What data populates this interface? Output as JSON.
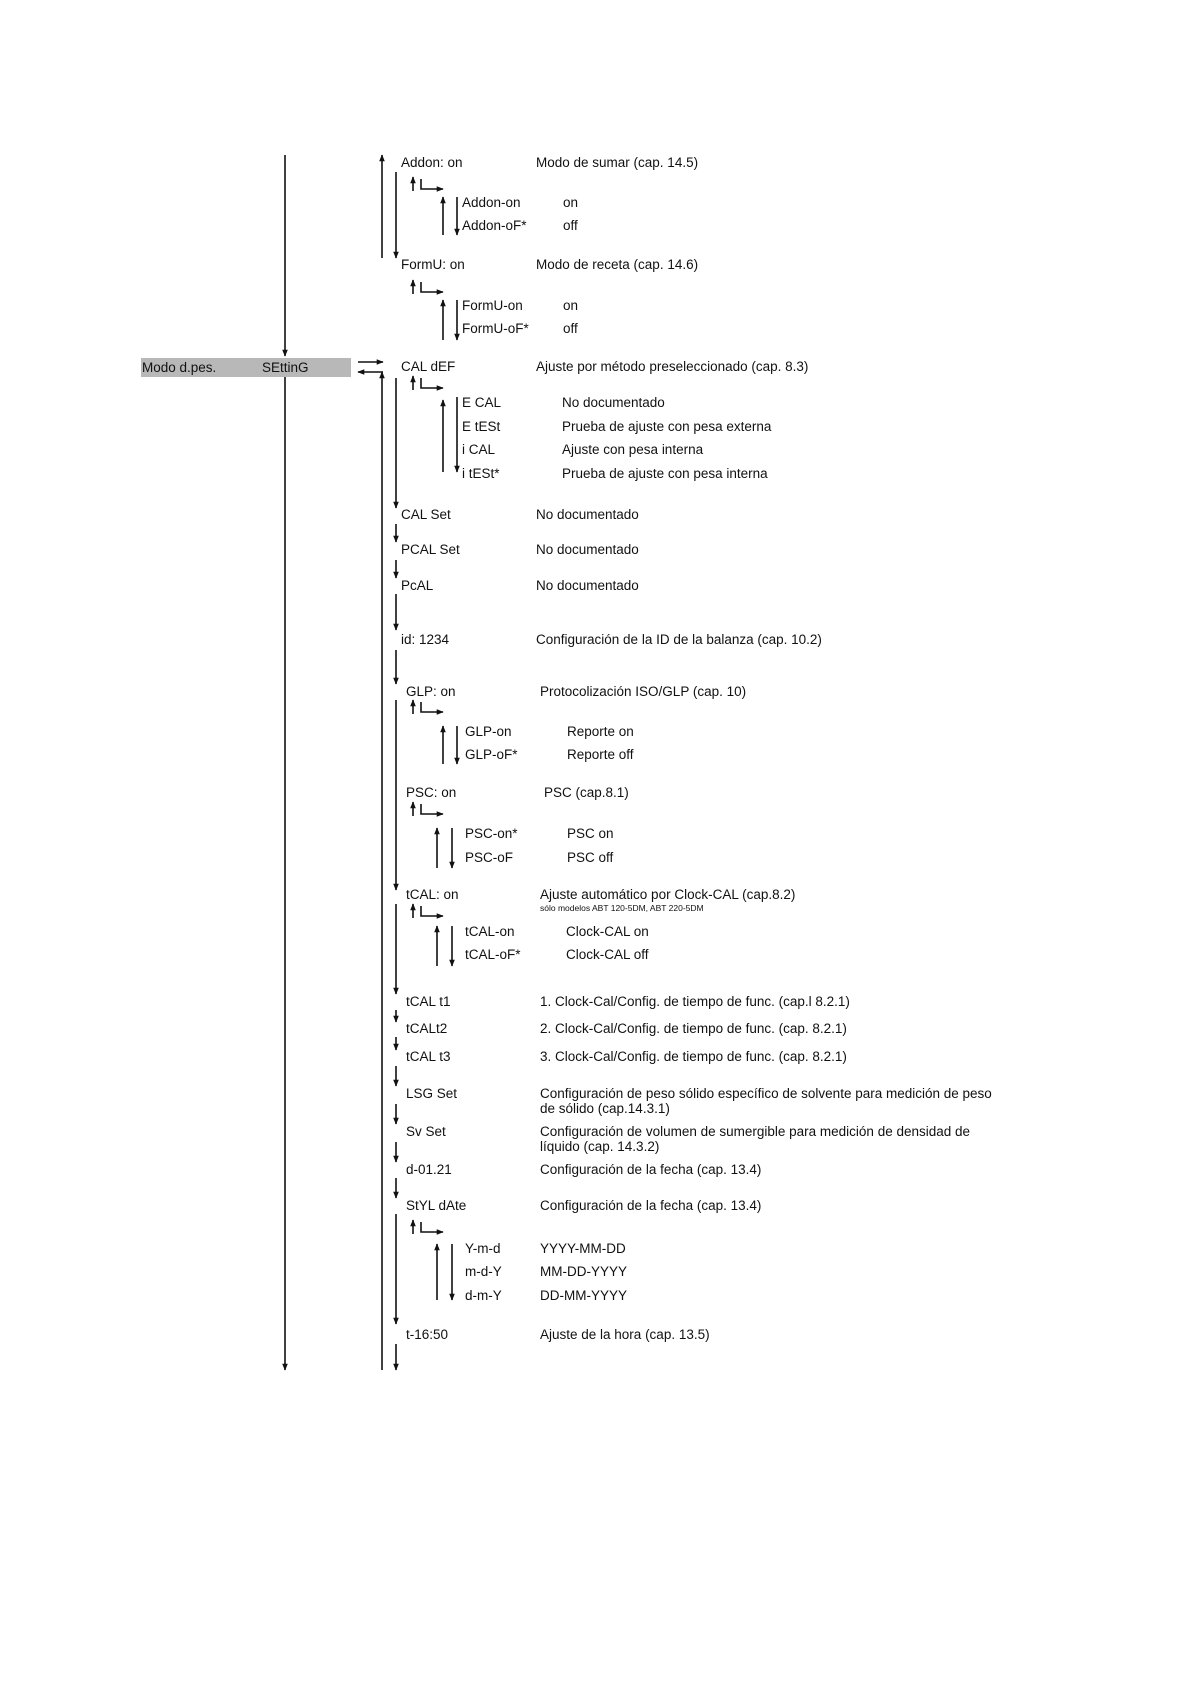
{
  "main_menu": {
    "mode_label": "Modo d.pes.",
    "setting_label": "SEttinG"
  },
  "menu_items": [
    {
      "id": "addon",
      "label": "Addon: on",
      "desc": "Modo de sumar (cap. 14.5)"
    },
    {
      "id": "formu",
      "label": "FormU: on",
      "desc": "Modo de receta (cap. 14.6)"
    },
    {
      "id": "caldef",
      "label": "CAL dEF",
      "desc": "Ajuste por método preseleccionado (cap. 8.3)"
    },
    {
      "id": "calset",
      "label": "CAL Set",
      "desc": "No documentado"
    },
    {
      "id": "pcalset",
      "label": "PCAL Set",
      "desc": "No documentado"
    },
    {
      "id": "pcal",
      "label": "PcAL",
      "desc": "No documentado"
    },
    {
      "id": "id",
      "label": "id: 1234",
      "desc": "Configuración de la ID de la balanza (cap. 10.2)"
    },
    {
      "id": "glp",
      "label": "GLP: on",
      "desc": "Protocolización ISO/GLP  (cap. 10)"
    },
    {
      "id": "psc",
      "label": "PSC: on",
      "desc": "PSC (cap.8.1)"
    },
    {
      "id": "tcal",
      "label": "tCAL: on",
      "desc": "Ajuste automático por Clock-CAL  (cap.8.2)",
      "note": "sólo modelos ABT 120-5DM, ABT 220-5DM"
    },
    {
      "id": "tcalt1",
      "label": "tCAL t1",
      "desc": "1. Clock-Cal/Config. de tiempo de func.   (cap.l 8.2.1)"
    },
    {
      "id": "tcalt2",
      "label": "tCALt2",
      "desc": "2. Clock-Cal/Config. de tiempo de func.  (cap. 8.2.1)"
    },
    {
      "id": "tcalt3",
      "label": "tCAL t3",
      "desc": "3. Clock-Cal/Config. de tiempo de func.  (cap. 8.2.1)"
    },
    {
      "id": "lsgset",
      "label": "LSG Set",
      "desc": "Configuración de peso sólido específico  de solvente para medición de peso de sólido  (cap.14.3.1)"
    },
    {
      "id": "svset",
      "label": "Sv Set",
      "desc": "Configuración de volumen de sumergible para medición de densidad de líquido (cap. 14.3.2)"
    },
    {
      "id": "date",
      "label": "d-01.21",
      "desc": "Configuración de la fecha (cap. 13.4)"
    },
    {
      "id": "styldate",
      "label": "StYL dAte",
      "desc": "Configuración de la fecha (cap. 13.4)"
    },
    {
      "id": "time",
      "label": "t-16:50",
      "desc": "Ajuste de la hora (cap. 13.5)"
    }
  ],
  "sub_items": [
    {
      "id": "addon-on",
      "label": "Addon-on",
      "desc": "on"
    },
    {
      "id": "addon-of",
      "label": "Addon-oF*",
      "desc": "off"
    },
    {
      "id": "formu-on",
      "label": "FormU-on",
      "desc": "on"
    },
    {
      "id": "formu-of",
      "label": "FormU-oF*",
      "desc": "off"
    },
    {
      "id": "ecal",
      "label": "E CAL",
      "desc": "No documentado"
    },
    {
      "id": "etest",
      "label": "E tESt",
      "desc": "Prueba de ajuste con pesa externa"
    },
    {
      "id": "ical",
      "label": "i CAL",
      "desc": "Ajuste con pesa interna"
    },
    {
      "id": "itest",
      "label": "i tESt*",
      "desc": "Prueba de ajuste con pesa interna"
    },
    {
      "id": "glp-on",
      "label": "GLP-on",
      "desc": "Reporte  on"
    },
    {
      "id": "glp-of",
      "label": "GLP-oF*",
      "desc": "Reporte  off"
    },
    {
      "id": "psc-on",
      "label": "PSC-on*",
      "desc": "PSC on"
    },
    {
      "id": "psc-of",
      "label": "PSC-oF",
      "desc": "PSC off"
    },
    {
      "id": "tcal-on",
      "label": "tCAL-on",
      "desc": "Clock-CAL on"
    },
    {
      "id": "tcal-of",
      "label": "tCAL-oF*",
      "desc": "Clock-CAL off"
    },
    {
      "id": "ymd",
      "label": "Y-m-d",
      "desc": "YYYY-MM-DD"
    },
    {
      "id": "mdy",
      "label": "m-d-Y",
      "desc": "MM-DD-YYYY"
    },
    {
      "id": "dmy",
      "label": "d-m-Y",
      "desc": "DD-MM-YYYY"
    }
  ]
}
